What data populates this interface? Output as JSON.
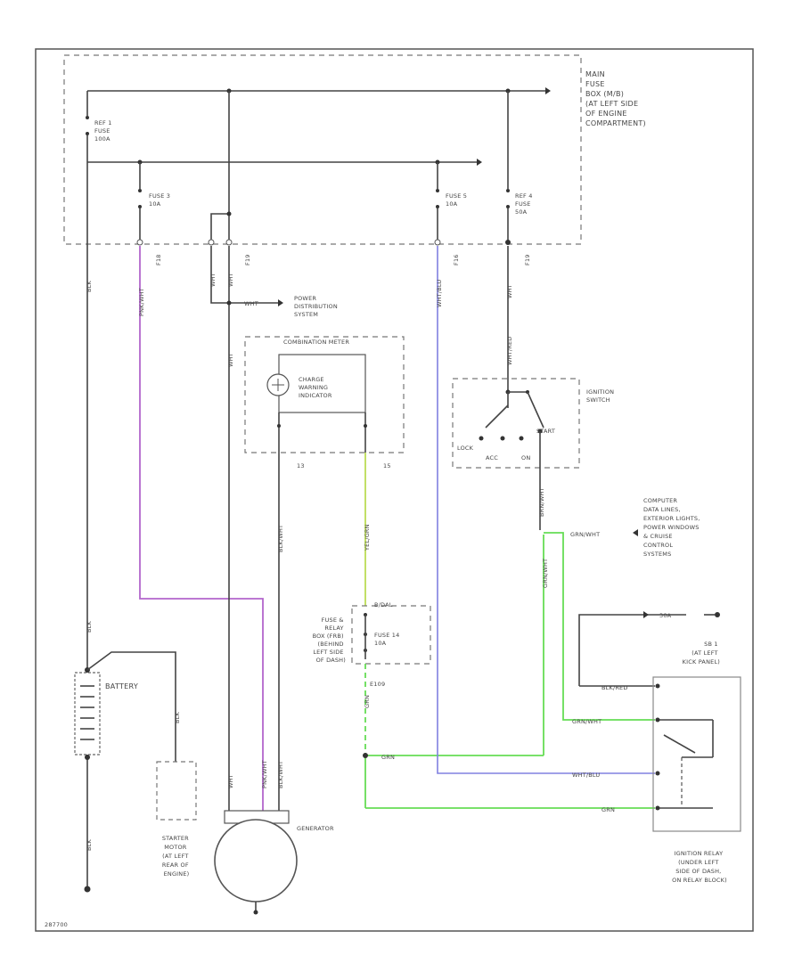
{
  "fuse_box": {
    "title_lines": [
      "MAIN",
      "FUSE",
      "BOX (M/B)",
      "(AT LEFT SIDE",
      "OF ENGINE",
      "COMPARTMENT)"
    ],
    "ref1_lines": [
      "REF 1",
      "FUSE",
      "100A"
    ],
    "fuse3_lines": [
      "FUSE 3",
      "10A"
    ],
    "fuse5_lines": [
      "FUSE 5",
      "10A"
    ],
    "ref4_lines": [
      "REF 4",
      "FUSE",
      "50A"
    ],
    "conn_a": "F18",
    "conn_b": "F19",
    "conn_c": "F16",
    "conn_d": "F19"
  },
  "wire_colors": {
    "black": "#444444",
    "purple": "#b266cc",
    "blue": "#8080e0",
    "green": "#66dd55",
    "yellowgreen": "#bbdd55"
  },
  "power_distribution_lines": [
    "POWER",
    "DISTRIBUTION",
    "SYSTEM"
  ],
  "power_wire": "WHT",
  "combination_meter": {
    "title": "COMBINATION METER",
    "indicator_lines": [
      "CHARGE",
      "WARNING",
      "INDICATOR"
    ],
    "pin_left": "13",
    "pin_right": "15"
  },
  "ignition_switch": {
    "title_lines": [
      "IGNITION",
      "SWITCH"
    ],
    "lock": "LOCK",
    "acc": "ACC",
    "on": "ON",
    "start": "START"
  },
  "computer_data_lines": [
    "COMPUTER",
    "DATA LINES,",
    "EXTERIOR LIGHTS,",
    "POWER WINDOWS",
    "& CRUISE",
    "CONTROL",
    "SYSTEMS"
  ],
  "fuse_relay_box": {
    "label_lines": [
      "FUSE &",
      "RELAY",
      "BOX (FRB)",
      "(BEHIND",
      "LEFT SIDE",
      "OF DASH)"
    ],
    "fuse_lines": [
      "FUSE 14",
      "10A"
    ],
    "ref": "B/DAL",
    "conn": "E109"
  },
  "ref_box": {
    "title_lines": [
      "SB 1",
      "(AT LEFT",
      "KICK PANEL)"
    ],
    "amp": "30A"
  },
  "ignition_relay_lines": [
    "IGNITION RELAY",
    "(UNDER LEFT",
    "SIDE OF DASH,",
    "ON RELAY BLOCK)"
  ],
  "battery": "BATTERY",
  "starter_lines": [
    "STARTER",
    "MOTOR",
    "(AT LEFT",
    "REAR OF",
    "ENGINE)"
  ],
  "generator": "GENERATOR",
  "wires": {
    "wht": "WHT",
    "blk": "BLK",
    "blkwht": "BLK/WHT",
    "pnkwht": "PNK/WHT",
    "whtblu": "WHT/BLU",
    "ylwgrn": "YEL/GRN",
    "grn": "GRN",
    "grnwht": "GRN/WHT",
    "whtred": "WHT/RED",
    "blkred": "BLK/RED",
    "brnwht": "BRN/WHT"
  },
  "diagram_id": "287700"
}
